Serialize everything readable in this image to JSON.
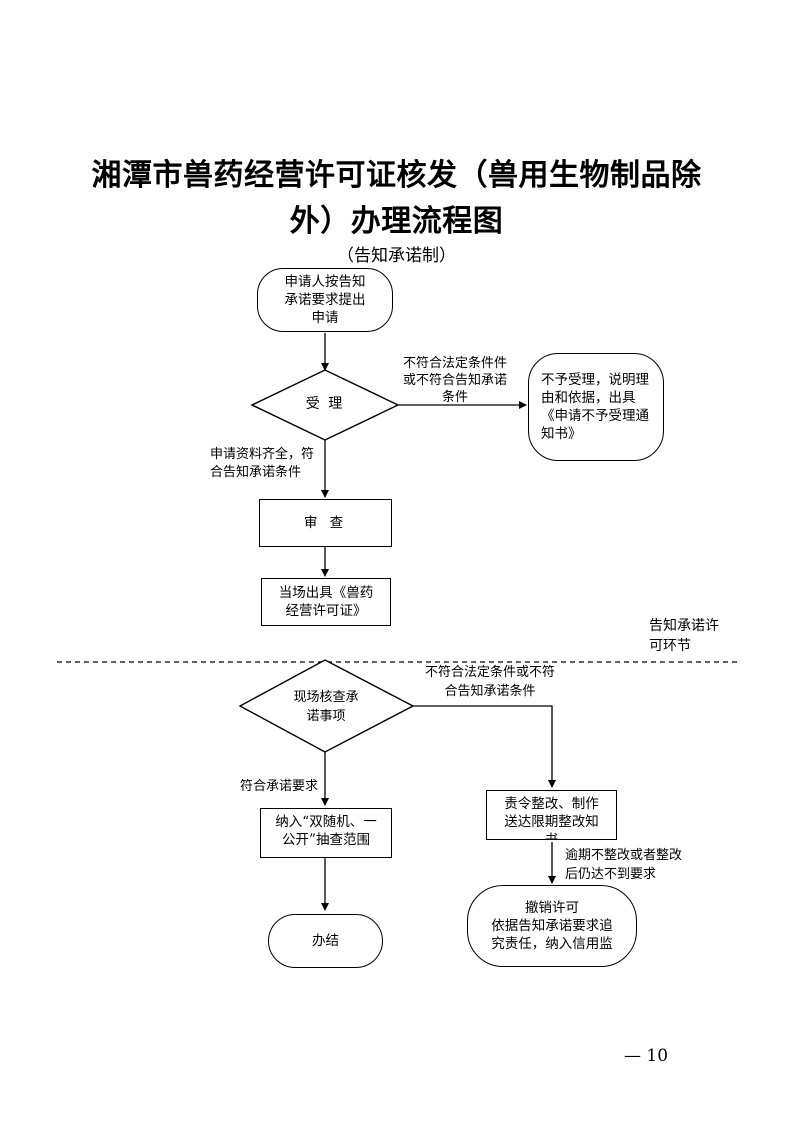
{
  "title_line1": "湘潭市兽药经营许可证核发（兽用生物制品除",
  "title_line2": "外）办理流程图",
  "subtitle": "（告知承诺制）",
  "nodes": {
    "start": "申请人按告知承诺要求提出申请",
    "accept": "受 理",
    "reject": "不予受理，说明理由和依据，出具《申请不予受理通知书》",
    "review": "审 查",
    "issue": "当场出具《兽药经营许可证》",
    "verify": "现场核查承诺事项",
    "include": "纳入“双随机、一公开”抽查范围",
    "rectify": "责令整改、制作送达限期整改知书",
    "revoke_title": "撤销许可",
    "revoke": "依据告知承诺要求追究责任，纳入信用监",
    "done": "办结"
  },
  "labels": {
    "not_meet_1": "不符合法定条件件或不符合告知承诺条件",
    "complete": "申请资料齐全，符合告知承诺条件",
    "not_meet_2": "不符合法定条件或不符合告知承诺条件",
    "meet": "符合承诺要求",
    "overdue": "逾期不整改或者整改后仍达不到要求"
  },
  "section_tag": "告知承诺许可环节",
  "page_number": "— 10"
}
